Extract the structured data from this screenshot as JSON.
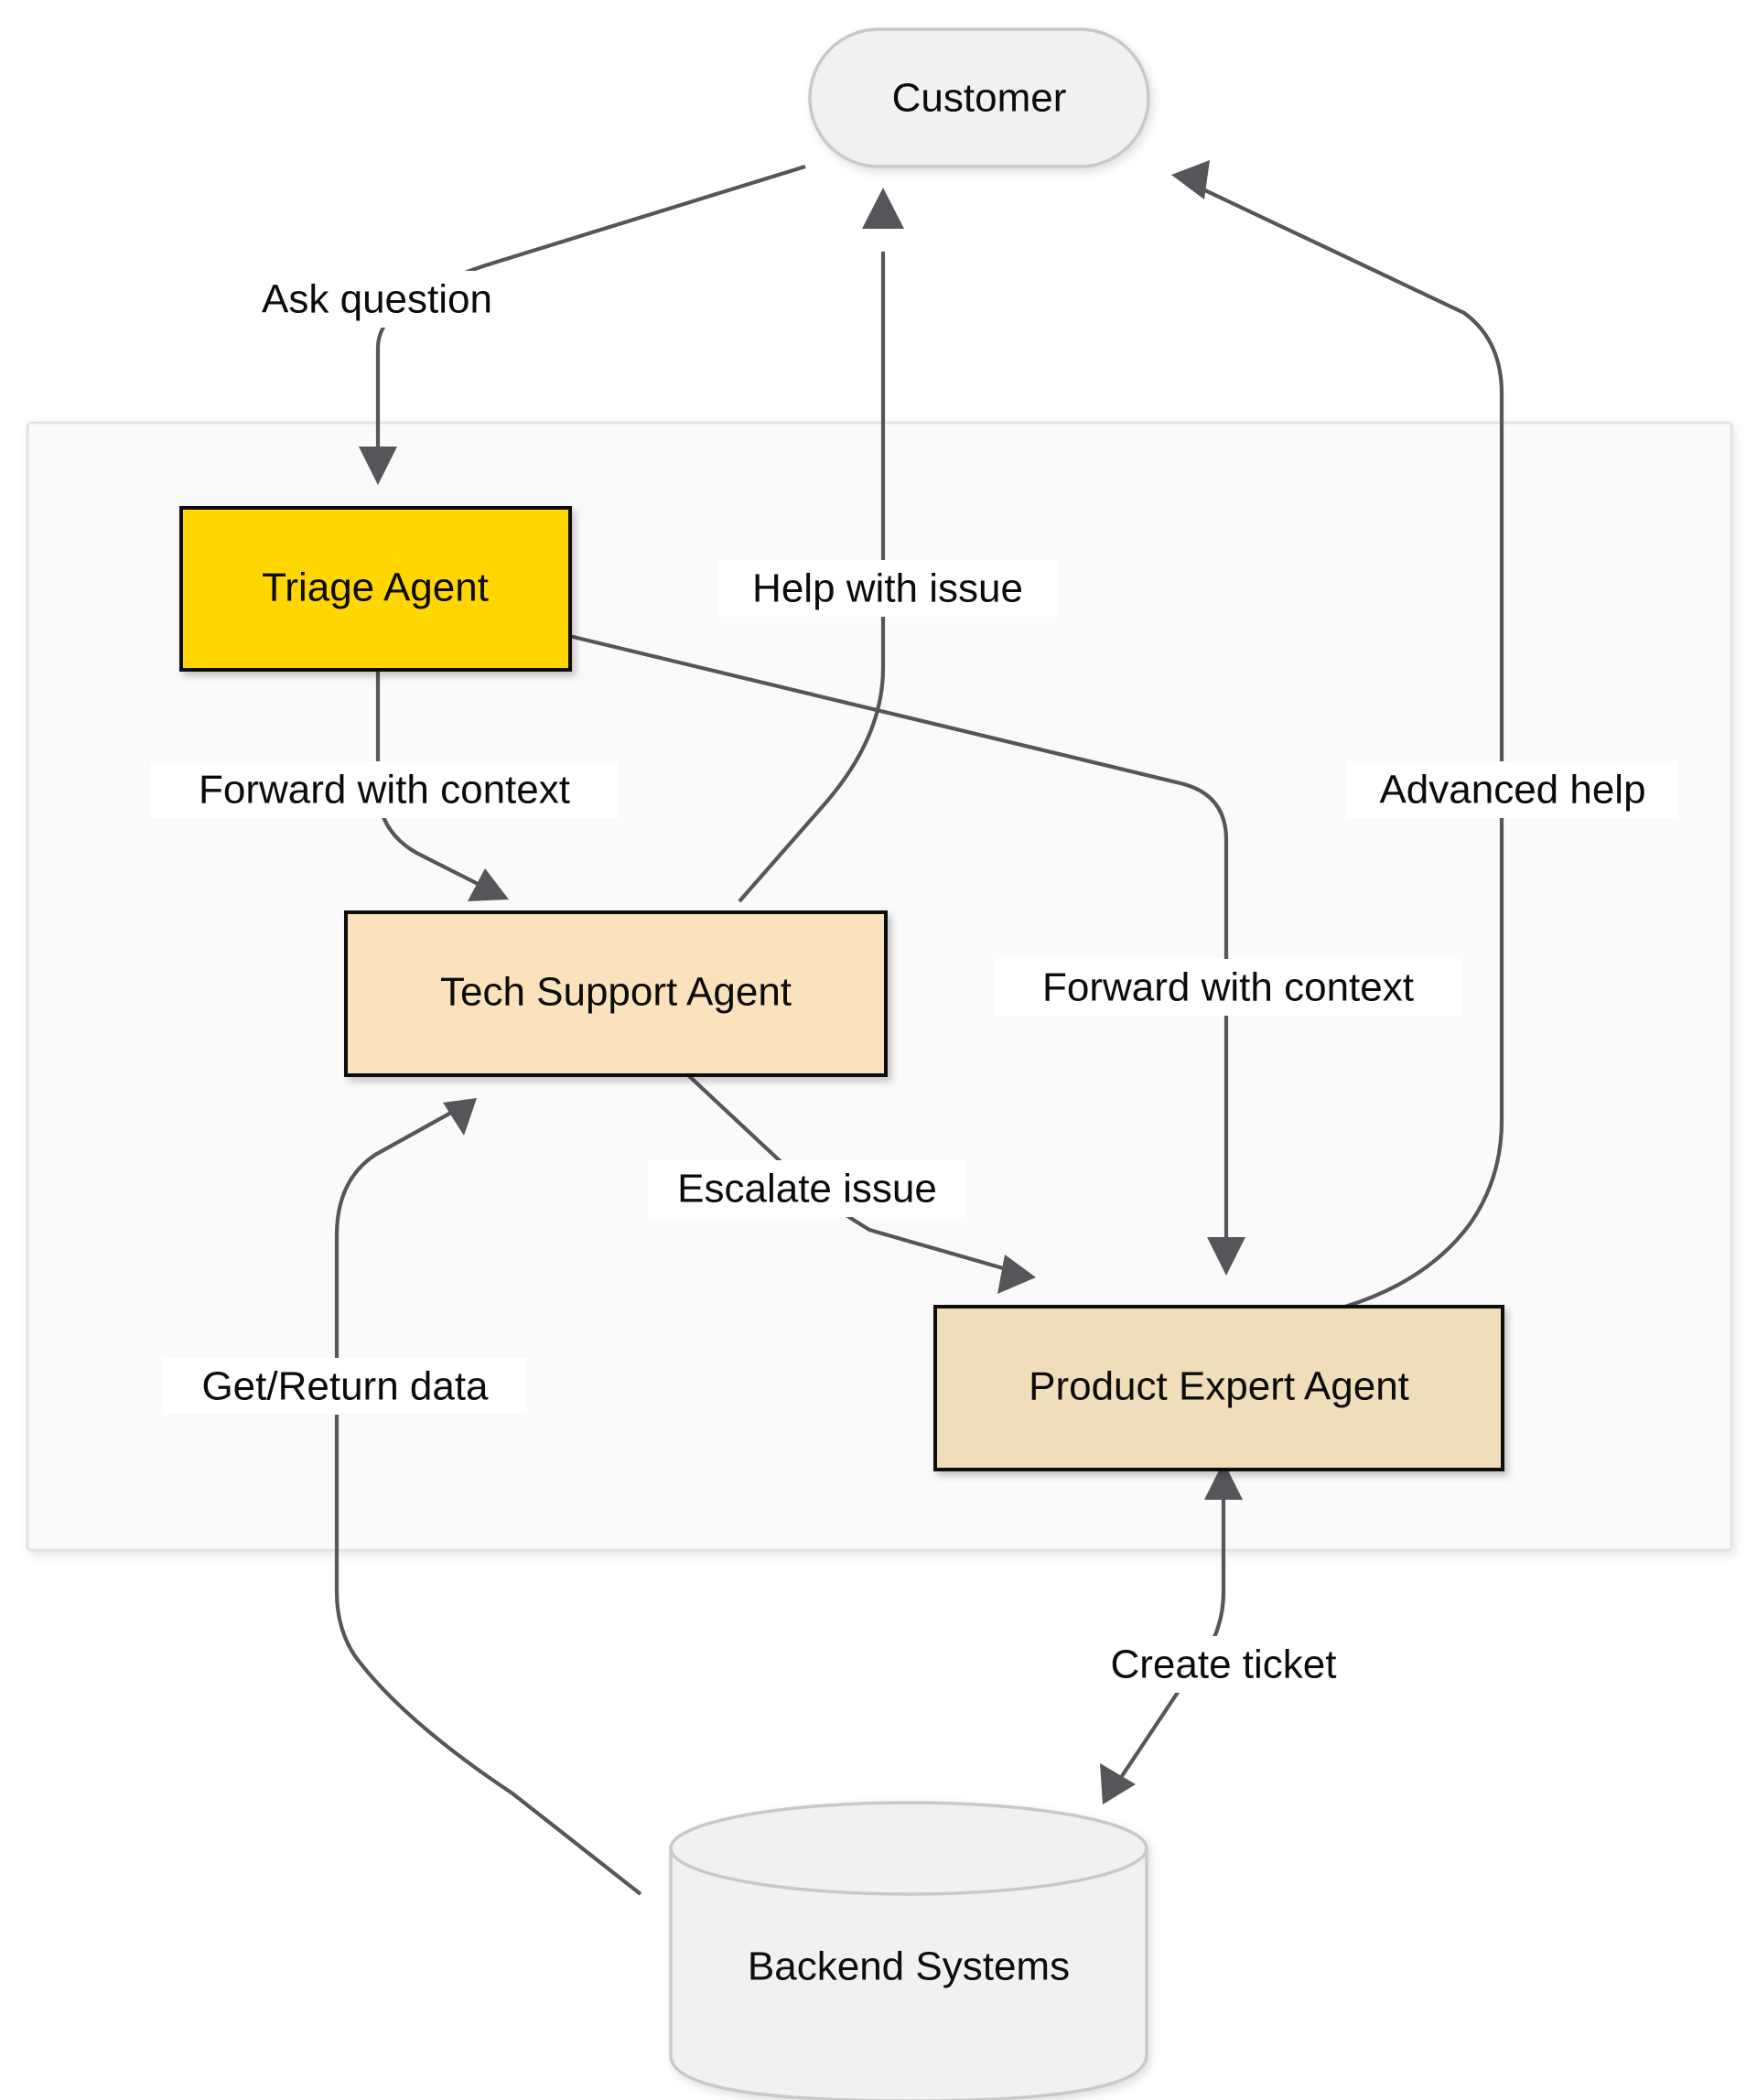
{
  "diagram": {
    "type": "flowchart",
    "title": "",
    "background_color": "#ffffff",
    "edge_color": "#56565a",
    "cluster": {
      "name": "agent-subgraph",
      "label": "",
      "fill": "#fafafa",
      "stroke": "#e4e4e4"
    },
    "nodes": [
      {
        "id": "customer",
        "label": "Customer",
        "shape": "stadium",
        "fill": "#f1f1f1",
        "stroke": "#c9c9c9",
        "in_cluster": false
      },
      {
        "id": "triage",
        "label": "Triage Agent",
        "shape": "rect",
        "fill": "#ffd600",
        "stroke": "#0b0b0b",
        "in_cluster": true
      },
      {
        "id": "tech-support",
        "label": "Tech Support Agent",
        "shape": "rect",
        "fill": "#fae3bc",
        "stroke": "#0b0b0b",
        "in_cluster": true
      },
      {
        "id": "product-expert",
        "label": "Product Expert Agent",
        "shape": "rect",
        "fill": "#f0ddba",
        "stroke": "#0b0b0b",
        "in_cluster": true
      },
      {
        "id": "backend",
        "label": "Backend Systems",
        "shape": "cylinder",
        "fill": "#f1f1f1",
        "stroke": "#c9c9c9",
        "in_cluster": false
      }
    ],
    "edges": [
      {
        "id": "e1",
        "from": "customer",
        "to": "triage",
        "label": "Ask question"
      },
      {
        "id": "e2",
        "from": "triage",
        "to": "tech-support",
        "label": "Forward with context"
      },
      {
        "id": "e3",
        "from": "triage",
        "to": "product-expert",
        "label": "Forward with context"
      },
      {
        "id": "e4",
        "from": "tech-support",
        "to": "customer",
        "label": "Help with issue"
      },
      {
        "id": "e5",
        "from": "tech-support",
        "to": "product-expert",
        "label": "Escalate issue"
      },
      {
        "id": "e6",
        "from": "product-expert",
        "to": "customer",
        "label": "Advanced help"
      },
      {
        "id": "e7",
        "from": "backend",
        "to": "tech-support",
        "label": "Get/Return data"
      },
      {
        "id": "e8",
        "from": "product-expert",
        "to": "backend",
        "label": "Create ticket"
      }
    ],
    "labels": {
      "customer": "Customer",
      "triage": "Triage Agent",
      "tech_support": "Tech Support Agent",
      "product_expert": "Product Expert Agent",
      "backend": "Backend Systems",
      "ask_question": "Ask question",
      "help_with_issue": "Help with issue",
      "forward_with_context_left": "Forward with context",
      "forward_with_context_right": "Forward with context",
      "advanced_help": "Advanced help",
      "escalate_issue": "Escalate issue",
      "get_return_data": "Get/Return data",
      "create_ticket": "Create ticket"
    }
  }
}
